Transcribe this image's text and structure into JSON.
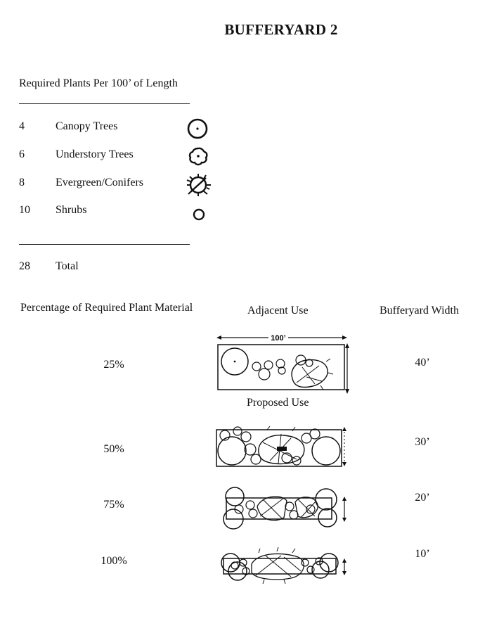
{
  "title": "BUFFERYARD 2",
  "requirements": {
    "heading": "Required Plants Per 100’ of Length",
    "items": [
      {
        "count": "4",
        "label": "Canopy Trees",
        "icon": "canopy-tree-icon"
      },
      {
        "count": "6",
        "label": "Understory Trees",
        "icon": "understory-tree-icon"
      },
      {
        "count": "8",
        "label": "Evergreen/Conifers",
        "icon": "evergreen-conifer-icon"
      },
      {
        "count": "10",
        "label": "Shrubs",
        "icon": "shrub-icon"
      }
    ],
    "total": {
      "count": "28",
      "label": "Total"
    }
  },
  "table": {
    "col_percentage": "Percentage of Required Plant Material",
    "col_adjacent": "Adjacent Use",
    "col_width": "Bufferyard Width",
    "dimension_label": "100’",
    "proposed_use": "Proposed Use",
    "rows": [
      {
        "percentage": "25%",
        "width": "40’"
      },
      {
        "percentage": "50%",
        "width": "30’"
      },
      {
        "percentage": "75%",
        "width": "20’"
      },
      {
        "percentage": "100%",
        "width": "10’"
      }
    ]
  },
  "colors": {
    "ink": "#111111",
    "paper": "#ffffff"
  }
}
